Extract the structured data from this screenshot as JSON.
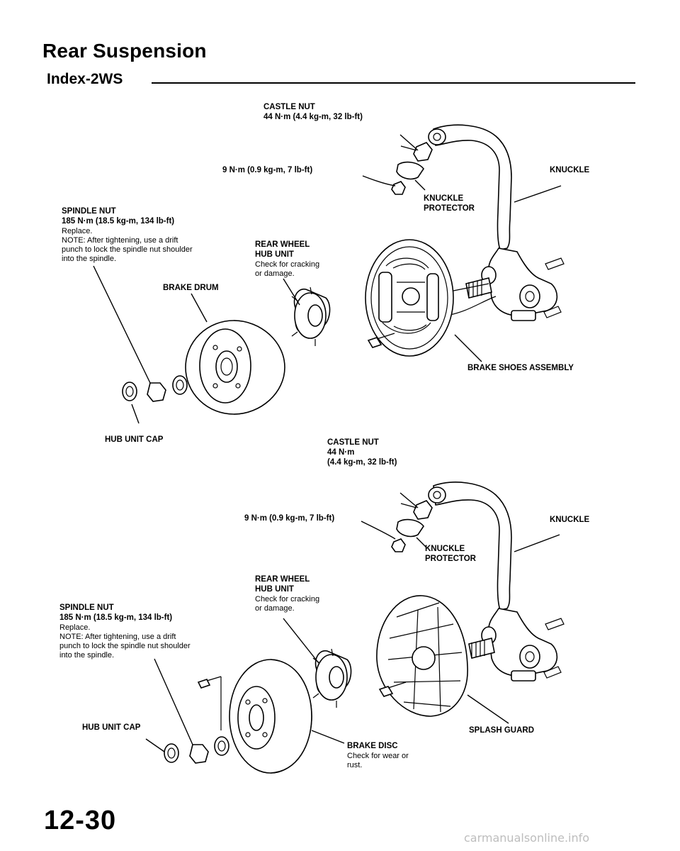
{
  "header": {
    "title": "Rear Suspension",
    "subtitle": "Index-2WS"
  },
  "diagram_top": {
    "castle_nut": "CASTLE NUT",
    "castle_nut_torque": "44 N·m (4.4 kg-m, 32 lb-ft)",
    "bolt_torque": "9 N·m (0.9 kg-m, 7 lb-ft)",
    "knuckle": "KNUCKLE",
    "knuckle_protector_1": "KNUCKLE",
    "knuckle_protector_2": "PROTECTOR",
    "spindle_nut": "SPINDLE NUT",
    "spindle_nut_torque": "185 N·m (18.5 kg-m, 134 lb-ft)",
    "spindle_replace": "Replace.",
    "spindle_note_1": "NOTE: After tightening, use a drift",
    "spindle_note_2": "punch to lock the spindle nut shoulder",
    "spindle_note_3": "into the spindle.",
    "hub_unit_1": "REAR WHEEL",
    "hub_unit_2": "HUB UNIT",
    "hub_unit_note_1": "Check for cracking",
    "hub_unit_note_2": "or damage.",
    "brake_drum": "BRAKE DRUM",
    "brake_shoes": "BRAKE SHOES ASSEMBLY",
    "hub_unit_cap": "HUB UNIT CAP"
  },
  "diagram_bottom": {
    "castle_nut": "CASTLE NUT",
    "castle_nut_torque_1": "44 N·m",
    "castle_nut_torque_2": "(4.4 kg-m, 32 lb-ft)",
    "bolt_torque": "9 N·m (0.9 kg-m, 7 lb-ft)",
    "knuckle": "KNUCKLE",
    "knuckle_protector_1": "KNUCKLE",
    "knuckle_protector_2": "PROTECTOR",
    "hub_unit_1": "REAR WHEEL",
    "hub_unit_2": "HUB UNIT",
    "hub_unit_note_1": "Check for cracking",
    "hub_unit_note_2": "or damage.",
    "spindle_nut": "SPINDLE NUT",
    "spindle_nut_torque": "185 N·m (18.5 kg-m, 134 lb-ft)",
    "spindle_replace": "Replace.",
    "spindle_note_1": "NOTE: After tightening, use a drift",
    "spindle_note_2": "punch to lock the spindle nut shoulder",
    "spindle_note_3": "into the spindle.",
    "hub_unit_cap": "HUB UNIT CAP",
    "brake_disc": "BRAKE DISC",
    "brake_disc_note_1": "Check for wear or",
    "brake_disc_note_2": "rust.",
    "splash_guard": "SPLASH GUARD"
  },
  "page_number": "12-30",
  "footer": "carmanualsonline.info"
}
